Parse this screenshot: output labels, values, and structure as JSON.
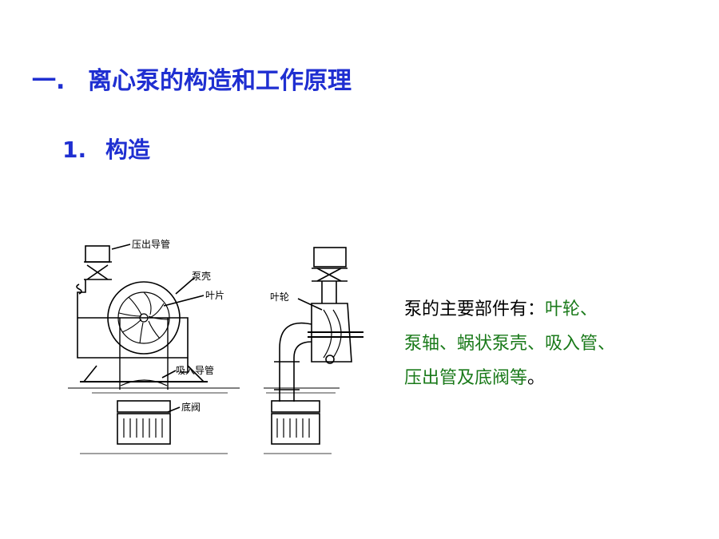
{
  "heading": {
    "number": "一.",
    "text": "离心泵的构造和工作原理"
  },
  "subheading": {
    "number": "1.",
    "text": "构造"
  },
  "figure_labels": {
    "discharge_pipe": "压出导管",
    "casing": "泵壳",
    "blade": "叶片",
    "suction_pipe": "吸入导管",
    "foot_valve": "底阀",
    "impeller": "叶轮"
  },
  "parts_text": {
    "intro": "泵的主要部件有：",
    "line1_green": "叶轮、",
    "line2_green": "泵轴、蜗状泵壳、吸入管、",
    "line3_green": "压出管及底阀等",
    "line3_end": "。"
  },
  "colors": {
    "heading": "#1f2fd1",
    "highlight": "#1a7a1a"
  }
}
